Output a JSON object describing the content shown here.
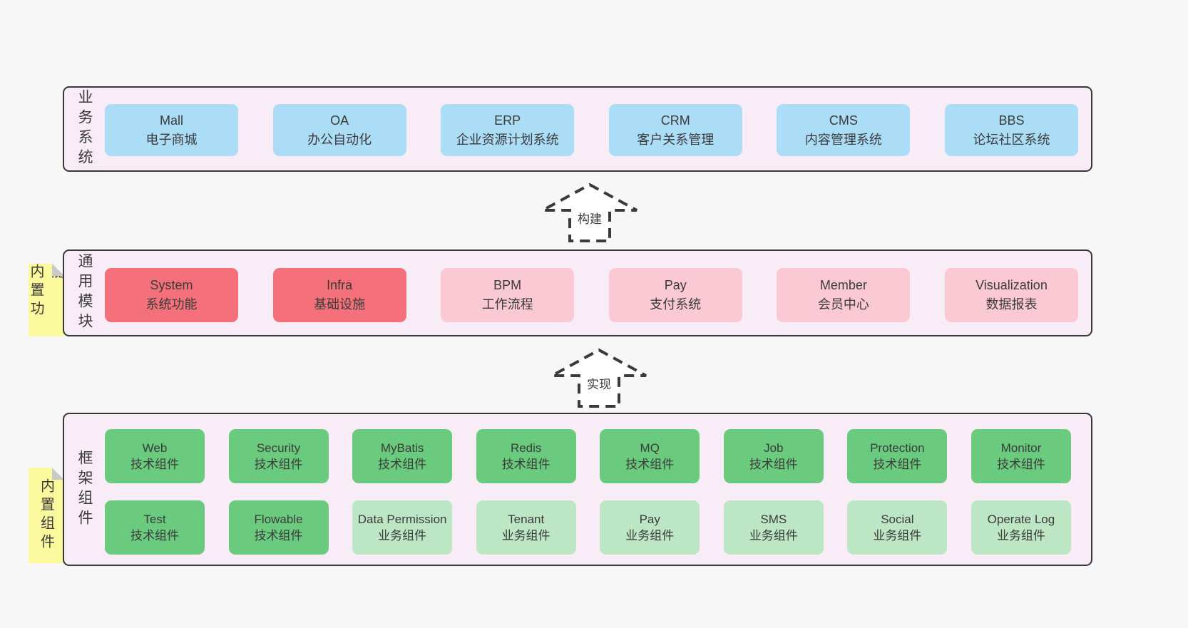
{
  "colors": {
    "page_bg": "#f7f7f7",
    "panel_bg": "#f8edf6",
    "panel_border": "#383838",
    "blue_box": "#abddf7",
    "red_box": "#f4707a",
    "pink_box": "#fbc9d4",
    "green_box": "#6aca7d",
    "light_green_box": "#bde6c4",
    "note_bg": "#fbf99d",
    "note_fold": "#c9c9c9",
    "text": "#3b3b3b"
  },
  "sections": {
    "business": {
      "label": "业务系统",
      "boxes": [
        {
          "title": "Mall",
          "subtitle": "电子商城"
        },
        {
          "title": "OA",
          "subtitle": "办公自动化"
        },
        {
          "title": "ERP",
          "subtitle": "企业资源计划系统"
        },
        {
          "title": "CRM",
          "subtitle": "客户关系管理"
        },
        {
          "title": "CMS",
          "subtitle": "内容管理系统"
        },
        {
          "title": "BBS",
          "subtitle": "论坛社区系统"
        }
      ]
    },
    "modules": {
      "label": "通用模块",
      "note": "内置功能",
      "boxes": [
        {
          "title": "System",
          "subtitle": "系统功能",
          "variant": "red"
        },
        {
          "title": "Infra",
          "subtitle": "基础设施",
          "variant": "red"
        },
        {
          "title": "BPM",
          "subtitle": "工作流程",
          "variant": "pink"
        },
        {
          "title": "Pay",
          "subtitle": "支付系统",
          "variant": "pink"
        },
        {
          "title": "Member",
          "subtitle": "会员中心",
          "variant": "pink"
        },
        {
          "title": "Visualization",
          "subtitle": "数据报表",
          "variant": "pink"
        }
      ]
    },
    "framework": {
      "label": "框架组件",
      "note": "内置组件",
      "row1": [
        {
          "title": "Web",
          "subtitle": "技术组件",
          "variant": "green"
        },
        {
          "title": "Security",
          "subtitle": "技术组件",
          "variant": "green"
        },
        {
          "title": "MyBatis",
          "subtitle": "技术组件",
          "variant": "green"
        },
        {
          "title": "Redis",
          "subtitle": "技术组件",
          "variant": "green"
        },
        {
          "title": "MQ",
          "subtitle": "技术组件",
          "variant": "green"
        },
        {
          "title": "Job",
          "subtitle": "技术组件",
          "variant": "green"
        },
        {
          "title": "Protection",
          "subtitle": "技术组件",
          "variant": "green"
        },
        {
          "title": "Monitor",
          "subtitle": "技术组件",
          "variant": "green"
        }
      ],
      "row2": [
        {
          "title": "Test",
          "subtitle": "技术组件",
          "variant": "green"
        },
        {
          "title": "Flowable",
          "subtitle": "技术组件",
          "variant": "green"
        },
        {
          "title": "Data Permission",
          "subtitle": "业务组件",
          "variant": "lightgreen"
        },
        {
          "title": "Tenant",
          "subtitle": "业务组件",
          "variant": "lightgreen"
        },
        {
          "title": "Pay",
          "subtitle": "业务组件",
          "variant": "lightgreen"
        },
        {
          "title": "SMS",
          "subtitle": "业务组件",
          "variant": "lightgreen"
        },
        {
          "title": "Social",
          "subtitle": "业务组件",
          "variant": "lightgreen"
        },
        {
          "title": "Operate Log",
          "subtitle": "业务组件",
          "variant": "lightgreen"
        }
      ]
    }
  },
  "arrows": {
    "build": {
      "label": "构建"
    },
    "implement": {
      "label": "实现"
    }
  }
}
